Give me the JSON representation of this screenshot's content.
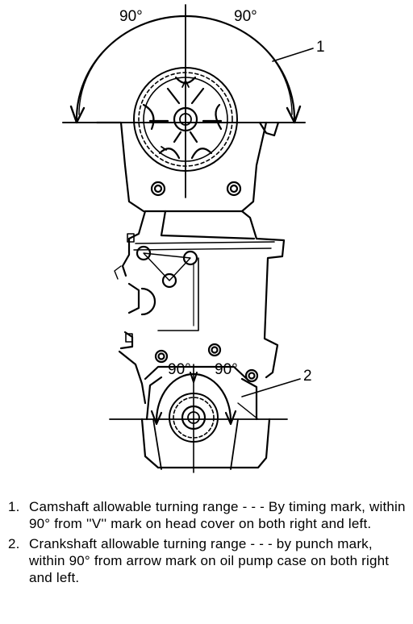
{
  "diagram": {
    "cam_angle_left": "90°",
    "cam_angle_right": "90°",
    "crank_angle_left": "90°",
    "crank_angle_right": "90°",
    "callout_1": "1",
    "callout_2": "2",
    "stroke_color": "#000000"
  },
  "notes": [
    {
      "number": "1.",
      "text": "Camshaft allowable turning range - - - By timing mark, within 90° from ''V'' mark on head cover on both right and left."
    },
    {
      "number": "2.",
      "text": "Crankshaft allowable turning range - - - by punch mark, within 90° from arrow mark on oil pump case on both right and left."
    }
  ]
}
